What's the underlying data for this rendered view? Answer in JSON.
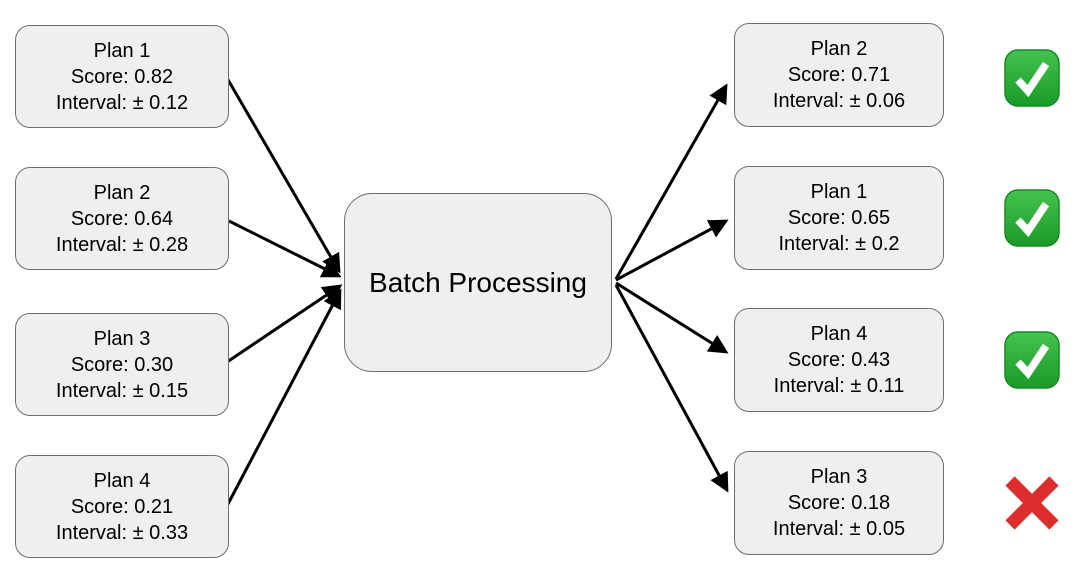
{
  "diagram": {
    "center_node": {
      "label": "Batch Processing"
    },
    "left_plans": [
      {
        "name": "Plan 1",
        "score": "Score: 0.82",
        "interval": "Interval: ± 0.12"
      },
      {
        "name": "Plan 2",
        "score": "Score: 0.64",
        "interval": "Interval: ± 0.28"
      },
      {
        "name": "Plan 3",
        "score": "Score: 0.30",
        "interval": "Interval: ± 0.15"
      },
      {
        "name": "Plan 4",
        "score": "Score: 0.21",
        "interval": "Interval: ± 0.33"
      }
    ],
    "right_plans": [
      {
        "name": "Plan 2",
        "score": "Score: 0.71",
        "interval": "Interval: ± 0.06",
        "status": "pass"
      },
      {
        "name": "Plan 1",
        "score": "Score: 0.65",
        "interval": "Interval: ± 0.2",
        "status": "pass"
      },
      {
        "name": "Plan 4",
        "score": "Score: 0.43",
        "interval": "Interval: ± 0.11",
        "status": "pass"
      },
      {
        "name": "Plan 3",
        "score": "Score: 0.18",
        "interval": "Interval: ± 0.05",
        "status": "fail"
      }
    ],
    "icons": {
      "pass": "check-mark-button",
      "fail": "cross-mark"
    },
    "colors": {
      "pass_green": "#22a82f",
      "pass_green_light": "#46c24f",
      "fail_red": "#dd2e2e",
      "node_fill": "#efefef",
      "node_border": "#6e6e6e",
      "arrow": "#000000"
    }
  }
}
